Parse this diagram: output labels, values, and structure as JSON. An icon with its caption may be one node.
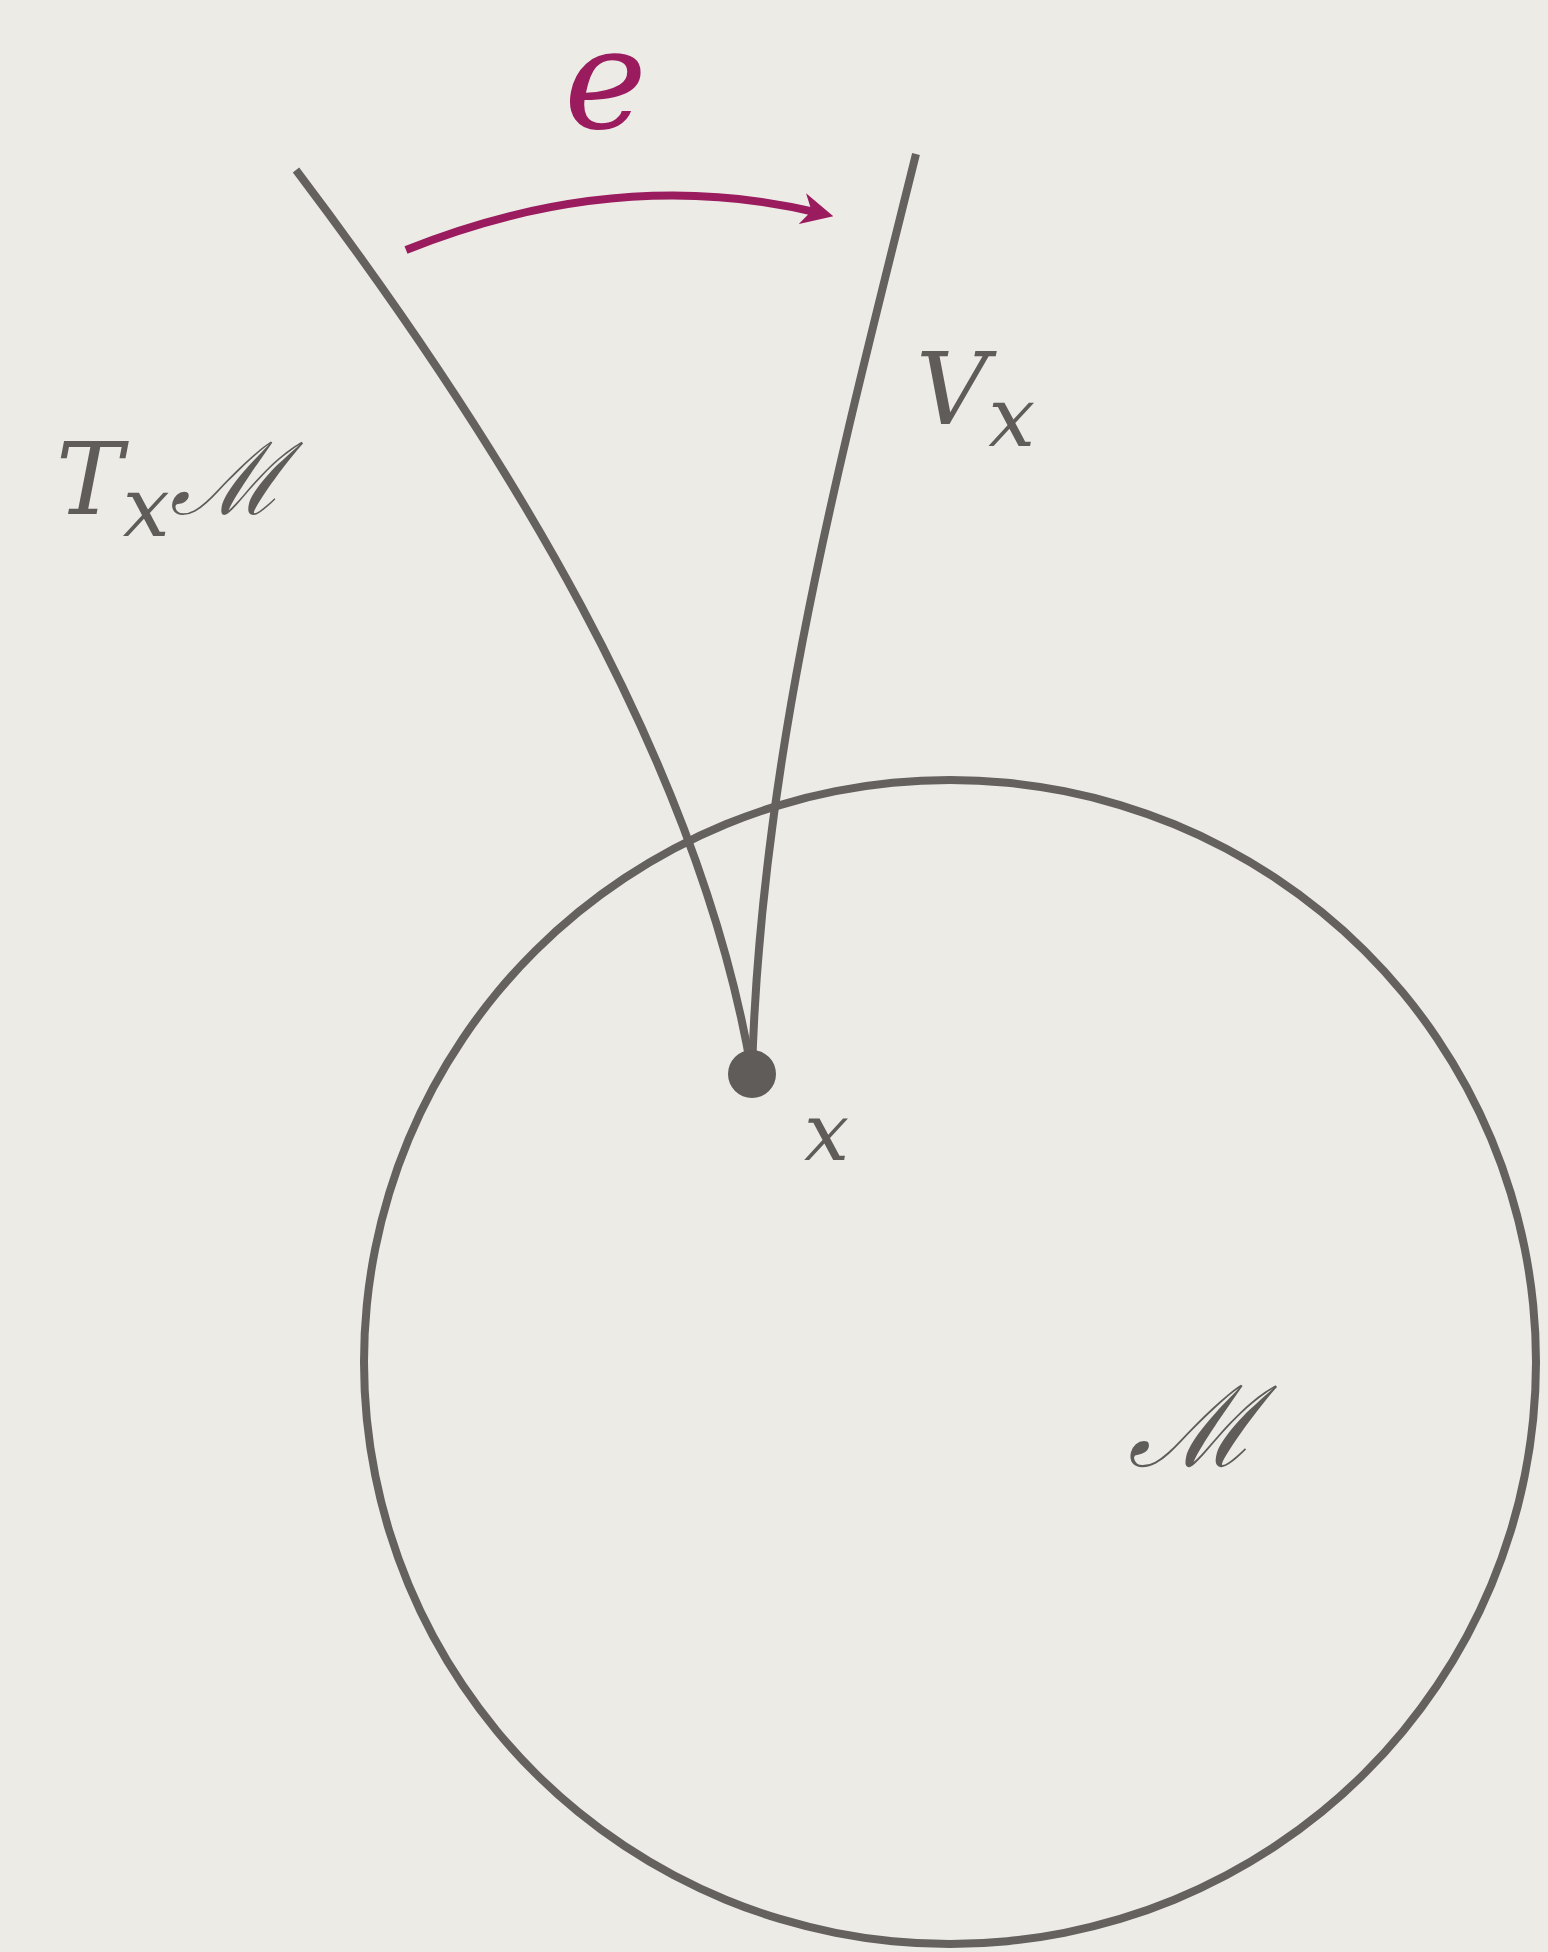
{
  "diagram": {
    "nodes": [
      {
        "text": [
          "T$_{x}$ℳ"
        ]
      },
      {
        "text": [
          "V$_{x}$"
        ]
      },
      {
        "text": [
          "ℳ"
        ]
      },
      {
        "text": [],
        "shape": "circle",
        "in": 2,
        "beside": [
          "x"
        ]
      }
    ],
    "edges": [
      {
        "from": 0,
        "to": 1,
        "arrow": "to",
        "label": "e"
      }
    ]
  }
}
